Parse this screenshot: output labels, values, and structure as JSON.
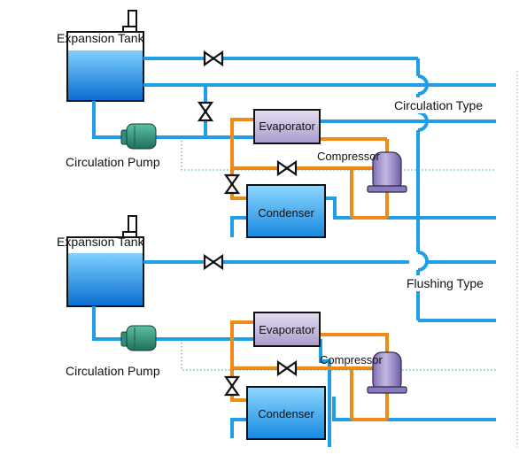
{
  "colors": {
    "water_pipe": "#1e9ee6",
    "refrigerant_pipe": "#f08a16",
    "tank_fill": "#1f8fe0",
    "pump": "#2f8f7a",
    "evaporator_fill": "#b5a8d2",
    "compressor": "#9a8bc4",
    "condenser_fill": "#2aa8ea",
    "dotted_line": "#3a9a8a"
  },
  "top_system": {
    "tank_label": "Expansion Tank",
    "pump_label": "Circulation Pump",
    "evaporator_label": "Evaporator",
    "compressor_label": "Compressor",
    "condenser_label": "Condenser",
    "type_label": "Circulation Type"
  },
  "bottom_system": {
    "tank_label": "Expansion Tank",
    "pump_label": "Circulation Pump",
    "evaporator_label": "Evaporator",
    "compressor_label": "Compressor",
    "condenser_label": "Condenser",
    "type_label": "Flushing Type"
  }
}
